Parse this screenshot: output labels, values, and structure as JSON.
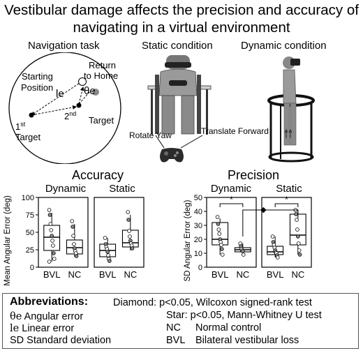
{
  "figure": {
    "title_line1": "Vestibular damage affects the precision and accuracy of",
    "title_line2": "navigating in a virtual environment"
  },
  "panels": {
    "navigation_task": "Navigation task",
    "static_condition": "Static condition",
    "dynamic_condition": "Dynamic condition"
  },
  "nav_diagram": {
    "starting_position_line1": "Starting",
    "starting_position_line2": "Position",
    "return_home_line1": "Return",
    "return_home_line2": "to Home",
    "theta_symbol": "θe",
    "linear_symbol": "le",
    "first_target_num": "1",
    "first_target_sup": "st",
    "first_target_word": "Target",
    "second_target_num": "2",
    "second_target_sup": "nd",
    "second_target_word": "Target"
  },
  "controller": {
    "rotate_yaw": "Rotate Yaw",
    "translate_forward": "Translate Forward"
  },
  "chart_data": [
    {
      "type": "box",
      "title": "Accuracy",
      "ylabel": "Mean Angular Error (deg)",
      "ylim": [
        0,
        100
      ],
      "yticks": [
        0,
        25,
        50,
        75,
        100
      ],
      "facets": [
        {
          "name": "Dynamic",
          "categories": [
            "BVL",
            "NC"
          ],
          "boxes": [
            {
              "group": "BVL",
              "q1": 24,
              "median": 43,
              "q3": 60,
              "whisker_low": 8,
              "whisker_high": 78,
              "points": [
                82,
                75,
                62,
                53,
                45,
                38,
                31,
                20,
                12,
                8
              ]
            },
            {
              "group": "NC",
              "q1": 19,
              "median": 28,
              "q3": 39,
              "whisker_low": 15,
              "whisker_high": 62,
              "points": [
                66,
                58,
                45,
                33,
                27,
                23,
                20,
                16
              ]
            }
          ]
        },
        {
          "name": "Static",
          "categories": [
            "BVL",
            "NC"
          ],
          "boxes": [
            {
              "group": "BVL",
              "q1": 15,
              "median": 24,
              "q3": 33,
              "whisker_low": 10,
              "whisker_high": 42,
              "points": [
                42,
                33,
                29,
                26,
                22,
                17,
                12,
                9
              ]
            },
            {
              "group": "NC",
              "q1": 29,
              "median": 35,
              "q3": 53,
              "whisker_low": 24,
              "whisker_high": 75,
              "points": [
                79,
                68,
                52,
                44,
                38,
                34,
                31,
                27
              ]
            }
          ]
        }
      ]
    },
    {
      "type": "box",
      "title": "Precision",
      "ylabel": "SD Angular Error (deg)",
      "ylim": [
        0,
        50
      ],
      "yticks": [
        0,
        10,
        20,
        30,
        40,
        50
      ],
      "facets": [
        {
          "name": "Dynamic",
          "categories": [
            "BVL",
            "NC"
          ],
          "boxes": [
            {
              "group": "BVL",
              "q1": 16,
              "median": 20,
              "q3": 32,
              "whisker_low": 9,
              "whisker_high": 35,
              "points": [
                36,
                31,
                27,
                24,
                20,
                18,
                16,
                13,
                9
              ]
            },
            {
              "group": "NC",
              "q1": 11,
              "median": 12.5,
              "q3": 14,
              "whisker_low": 9,
              "whisker_high": 17,
              "points": [
                17,
                15,
                13,
                12,
                11.5,
                9
              ]
            }
          ]
        },
        {
          "name": "Static",
          "categories": [
            "BVL",
            "NC"
          ],
          "boxes": [
            {
              "group": "BVL",
              "q1": 9,
              "median": 11,
              "q3": 15,
              "whisker_low": 7,
              "whisker_high": 22,
              "points": [
                22,
                18,
                16,
                14,
                12,
                10.5,
                10,
                8.5,
                7
              ]
            },
            {
              "group": "NC",
              "q1": 16,
              "median": 23,
              "q3": 38,
              "whisker_low": 9,
              "whisker_high": 41,
              "points": [
                41,
                38,
                34,
                27,
                22,
                17,
                12,
                9
              ]
            }
          ]
        }
      ],
      "annotations": [
        {
          "symbol": "*",
          "between": "Dynamic BVL vs Dynamic NC"
        },
        {
          "symbol": "*",
          "between": "Static BVL vs Static NC"
        },
        {
          "symbol": "◆",
          "between": "Dynamic NC vs Static NC"
        }
      ]
    }
  ],
  "abbreviations": {
    "heading": "Abbreviations:",
    "diamond": "Diamond: p<0.05, Wilcoxon signed-rank test",
    "star": "Star: p<0.05, Mann-Whitney U test",
    "theta_sym": "θe",
    "theta_text": "Angular error",
    "linear_sym": "le",
    "linear_text": "Linear error",
    "sd_text": "SD Standard deviation",
    "nc_abbr": "NC",
    "nc_text": "Normal control",
    "bvl_abbr": "BVL",
    "bvl_text": "Bilateral vestibular loss"
  },
  "colors": {
    "box_stroke": "#000000",
    "point_fill": "#ffffff",
    "point_highlight": "#888888",
    "accent_grey": "#8a8a8a"
  }
}
